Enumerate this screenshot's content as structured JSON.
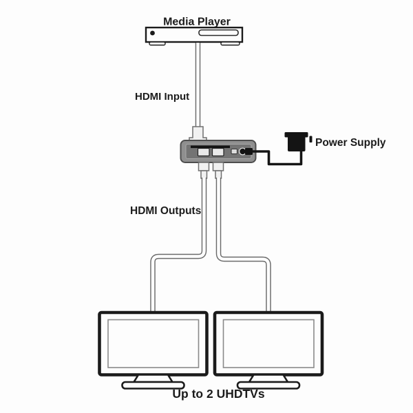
{
  "figure": {
    "type": "hdmi-splitter-connection-diagram",
    "labels": {
      "media_player": "Media Player",
      "hdmi_input": "HDMI Input",
      "power_supply": "Power Supply",
      "hdmi_outputs": "HDMI Outputs",
      "uhdtvs": "Up to 2 UHDTVs"
    },
    "colors": {
      "background": "#fdfdfd",
      "outline": "#1b1b1b",
      "cable_edge": "#6a6a6a",
      "cable_fill": "#ffffff",
      "splitter_body": "#8f8f8f",
      "splitter_panel": "#747474",
      "connector_fill": "#f1f1f1",
      "power_black": "#141414"
    }
  }
}
